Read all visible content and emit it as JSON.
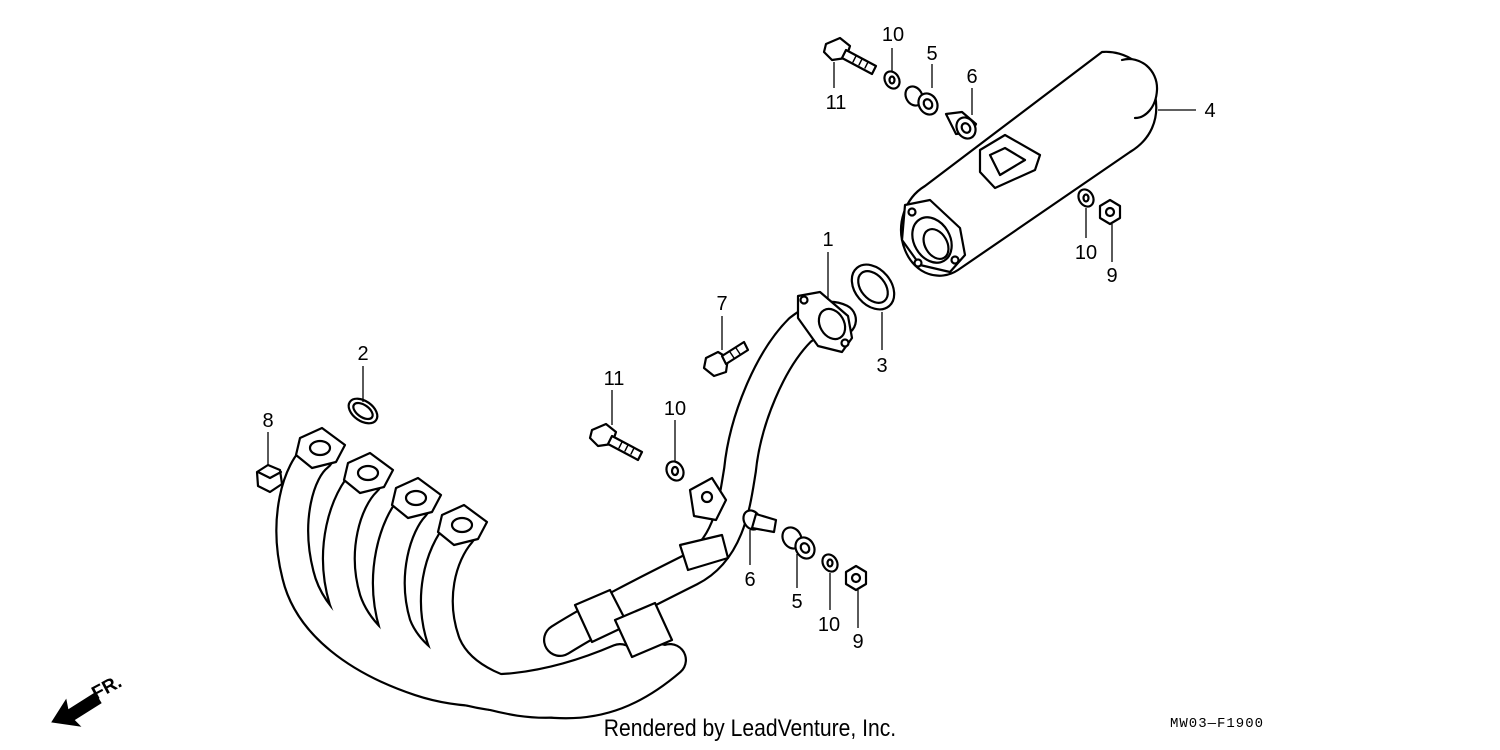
{
  "diagram": {
    "type": "exploded-parts-diagram",
    "callouts": [
      {
        "id": "c1a",
        "label": "1"
      },
      {
        "id": "c2a",
        "label": "2"
      },
      {
        "id": "c3a",
        "label": "3"
      },
      {
        "id": "c4a",
        "label": "4"
      },
      {
        "id": "c5a",
        "label": "5"
      },
      {
        "id": "c5b",
        "label": "5"
      },
      {
        "id": "c6a",
        "label": "6"
      },
      {
        "id": "c6b",
        "label": "6"
      },
      {
        "id": "c7a",
        "label": "7"
      },
      {
        "id": "c8a",
        "label": "8"
      },
      {
        "id": "c9a",
        "label": "9"
      },
      {
        "id": "c9b",
        "label": "9"
      },
      {
        "id": "c10a",
        "label": "10"
      },
      {
        "id": "c10b",
        "label": "10"
      },
      {
        "id": "c10c",
        "label": "10"
      },
      {
        "id": "c10d",
        "label": "10"
      },
      {
        "id": "c11a",
        "label": "11"
      },
      {
        "id": "c11b",
        "label": "11"
      }
    ],
    "direction_label": "FR.",
    "footer": "Rendered by LeadVenture, Inc.",
    "drawing_code": "MW03—F1900"
  },
  "colors": {
    "line": "#000000",
    "background": "#ffffff"
  }
}
